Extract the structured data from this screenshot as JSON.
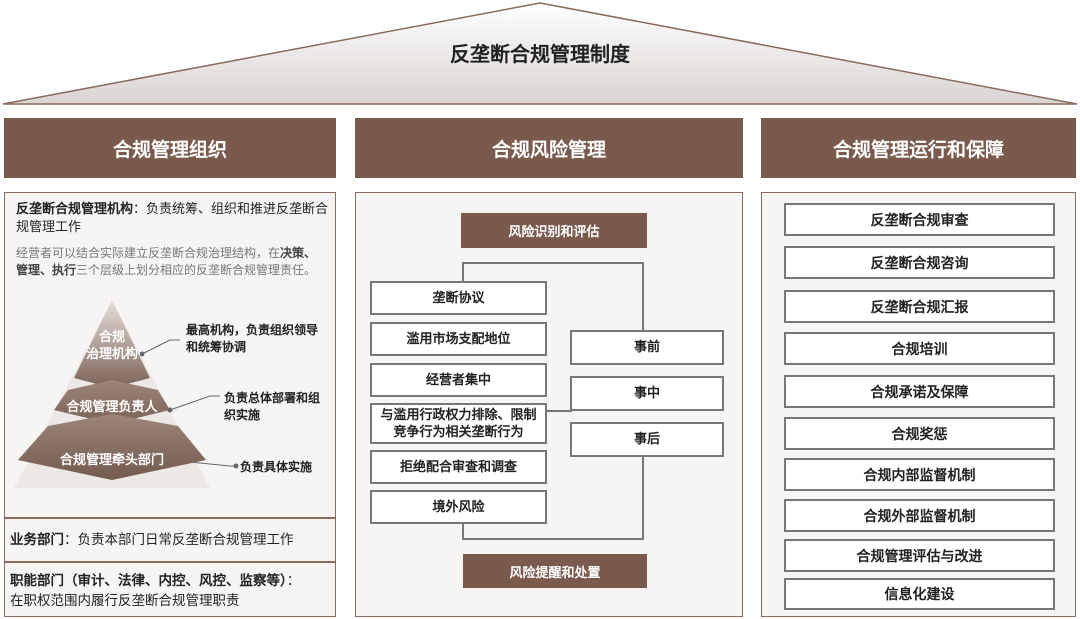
{
  "roof_title": "反垄断合规管理制度",
  "columns": {
    "organization": "合规管理组织",
    "risk": "合规风险管理",
    "operation": "合规管理运行和保障"
  },
  "left": {
    "agency_title": "反垄断合规管理机构",
    "agency_desc": "：负责统筹、组织和推进反垄断合规管理工作",
    "note_pre": "经营者可以结合实际建立反垄断合规治理结构，在",
    "note_bold": "决策、管理、执行",
    "note_post": "三个层级上划分相应的反垄断合规管理责任。",
    "pyramid": [
      {
        "label_line1": "合规",
        "label_line2": "治理机构",
        "desc": "最高机构，负责组织领导和统筹协调"
      },
      {
        "label": "合规管理负责人",
        "desc": "负责总体部署和组织实施"
      },
      {
        "label": "合规管理牵头部门",
        "desc": "负责具体实施"
      }
    ],
    "business_title": "业务部门",
    "business_desc": "：负责本部门日常反垄断合规管理工作",
    "functional_title": "职能部门（审计、法律、内控、风控、监察等）",
    "functional_colon": "：",
    "functional_desc": "在职权范围内履行反垄断合规管理职责"
  },
  "center": {
    "top": "风险识别和评估",
    "bottom": "风险提醒和处置",
    "risks": [
      "垄断协议",
      "滥用市场支配地位",
      "经营者集中",
      "与滥用行政权力排除、限制竞争行为相关垄断行为",
      "拒绝配合审查和调查",
      "境外风险"
    ],
    "stages": [
      "事前",
      "事中",
      "事后"
    ]
  },
  "right": {
    "items": [
      "反垄断合规审查",
      "反垄断合规咨询",
      "反垄断合规汇报",
      "合规培训",
      "合规承诺及保障",
      "合规奖惩",
      "合规内部监督机制",
      "合规外部监督机制",
      "合规管理评估与改进",
      "信息化建设"
    ]
  },
  "colors": {
    "brown": "#7a5a4d",
    "border": "#8a6a5c",
    "grey_line": "#777777"
  }
}
